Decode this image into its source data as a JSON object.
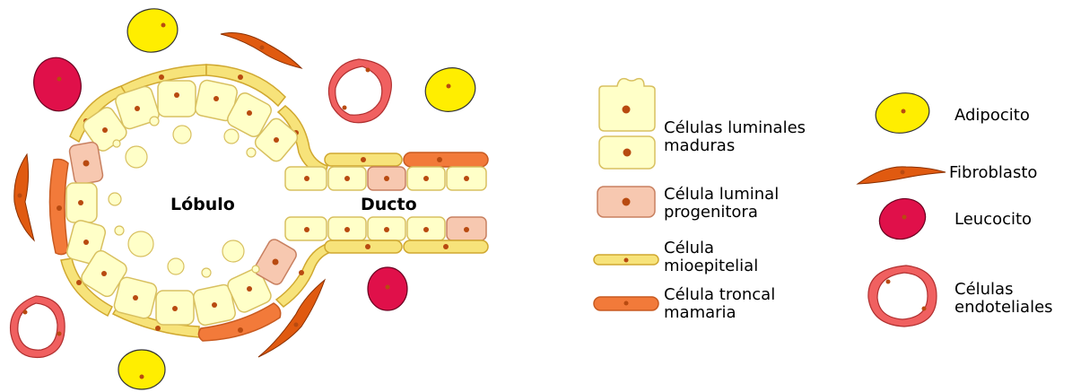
{
  "diagram": {
    "lobule_label": "Lóbulo",
    "duct_label": "Ducto"
  },
  "legend": {
    "mature_luminal": {
      "line1": "Células luminales",
      "line2": "maduras"
    },
    "progenitor": {
      "line1": "Célula luminal",
      "line2": "progenitora"
    },
    "myoepithelial": {
      "line1": "Célula",
      "line2": "mioepitelial"
    },
    "stem": {
      "line1": "Célula troncal",
      "line2": "mamaria"
    },
    "adipocyte": {
      "line1": "Adipocito"
    },
    "fibroblast": {
      "line1": "Fibroblasto"
    },
    "leukocyte": {
      "line1": "Leucocito"
    },
    "endothelial": {
      "line1": "Células",
      "line2": "endoteliales"
    }
  },
  "colors": {
    "luminal_fill": "#ffffc8",
    "luminal_stroke": "#d8c060",
    "progenitor_fill": "#f7c8b0",
    "progenitor_stroke": "#c88060",
    "myoepithelial_fill": "#f7e37a",
    "myoepithelial_stroke": "#d0a830",
    "stem_fill": "#f27a3a",
    "stem_stroke": "#c85a20",
    "nucleus": "#b84a10",
    "adipocyte_fill": "#ffee00",
    "fibroblast_fill": "#e05a10",
    "leukocyte_fill": "#e0104a",
    "endothelial_fill": "#f06060",
    "endothelial_stroke": "#b03030"
  }
}
